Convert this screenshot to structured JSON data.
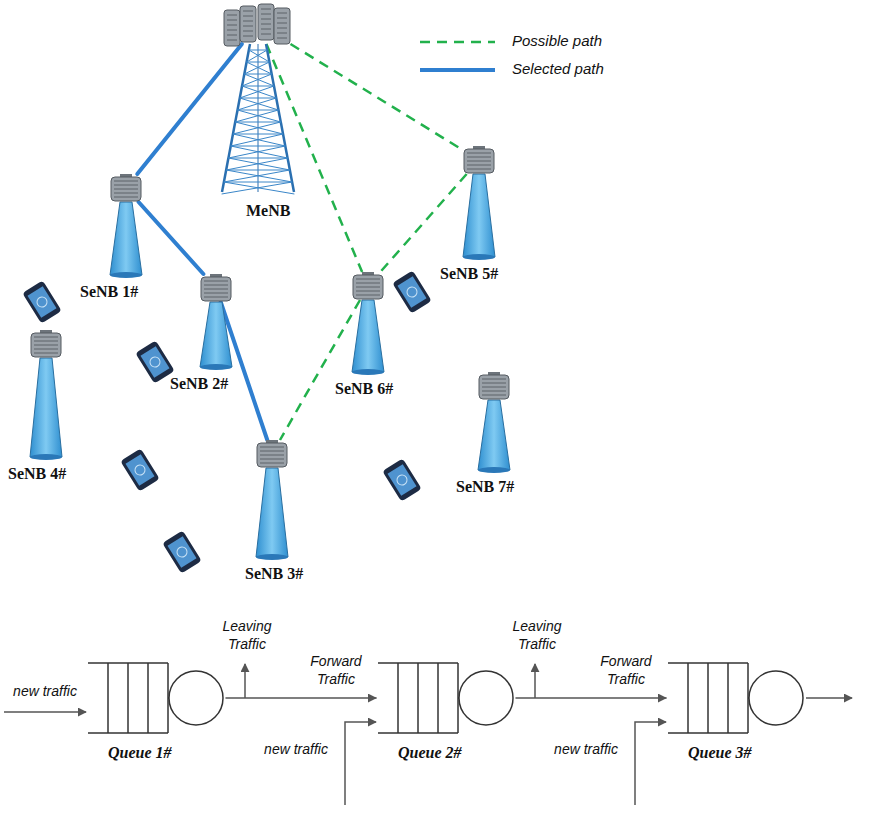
{
  "diagram": {
    "nodes": [
      {
        "text": [
          "MeNB"
        ]
      },
      {
        "text": [
          "SeNB 1#"
        ]
      },
      {
        "text": [
          "SeNB 2#"
        ]
      },
      {
        "text": [
          "SeNB 3#"
        ]
      },
      {
        "text": [
          "SeNB 4#"
        ]
      },
      {
        "text": [
          "SeNB 5#"
        ]
      },
      {
        "text": [
          "SeNB 6#"
        ]
      },
      {
        "text": [
          "SeNB 7#"
        ]
      },
      {
        "text": [
          "Queue 1#"
        ]
      },
      {
        "text": [
          "Queue 2#"
        ]
      },
      {
        "text": [
          "Queue 3#"
        ]
      }
    ],
    "edges": [
      {
        "from": 0,
        "to": 1,
        "arrow": "none"
      },
      {
        "from": 1,
        "to": 2,
        "arrow": "none"
      },
      {
        "from": 2,
        "to": 3,
        "arrow": "none"
      },
      {
        "from": 0,
        "to": 6,
        "arrow": "none"
      },
      {
        "from": 0,
        "to": 5,
        "arrow": "none"
      },
      {
        "from": 5,
        "to": 6,
        "arrow": "none"
      },
      {
        "from": 6,
        "to": 3,
        "arrow": "none"
      },
      {
        "from": 8,
        "to": 9,
        "label": "Forward Traffic",
        "arrow": "to"
      },
      {
        "from": 9,
        "to": 10,
        "label": "Forward Traffic",
        "arrow": "to"
      }
    ],
    "labels": [
      "Leaving Traffic",
      "Leaving Traffic",
      "new traffic",
      "new traffic",
      "new traffic"
    ],
    "legend": [
      {
        "text": "Possible path"
      },
      {
        "text": "Selected path"
      }
    ]
  }
}
